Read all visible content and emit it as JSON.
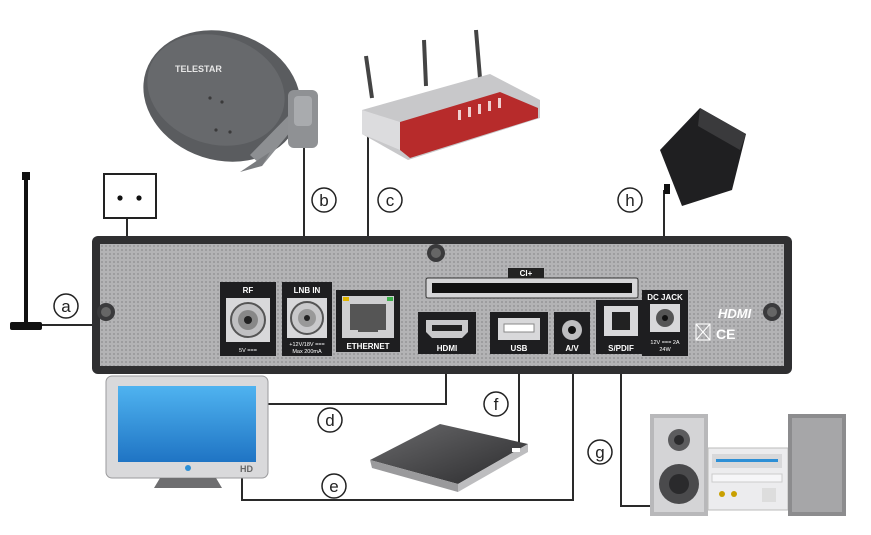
{
  "callouts": {
    "a": "a",
    "b": "b",
    "c": "c",
    "d": "d",
    "e": "e",
    "f": "f",
    "g": "g",
    "h": "h"
  },
  "receiver": {
    "ports": {
      "rf": "RF",
      "rf_sub": "5V ===",
      "lnb": "LNB IN",
      "lnb_sub1": "+12V/18V ===",
      "lnb_sub2": "Max 200mA",
      "ethernet": "ETHERNET",
      "hdmi": "HDMI",
      "usb": "USB",
      "av": "A/V",
      "spdif": "S/PDIF",
      "dcjack": "DC JACK",
      "dc_sub1": "12V === 2A",
      "dc_sub2": "24W",
      "ci": "CI+"
    },
    "hdmi_logo": "HDMI",
    "ce_mark": "CE"
  },
  "dish_brand": "TELESTAR",
  "tv_badge": "HD",
  "colors": {
    "chassis": "#3a3a3c",
    "panel": "#b9b9bb",
    "dish": "#5b5d60",
    "router_red": "#b72b2b",
    "tv_screen": "#2d8fd6",
    "wire": "#2a2a2a"
  }
}
